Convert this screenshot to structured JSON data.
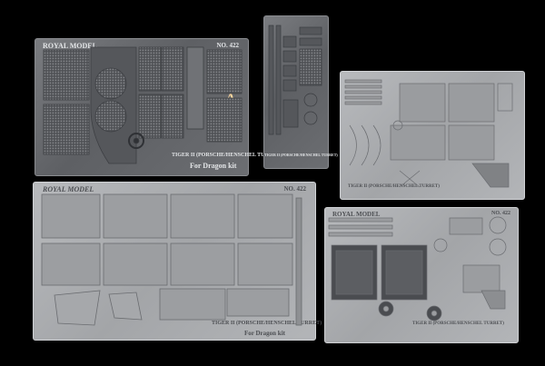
{
  "photo": {
    "background_color": "#000000",
    "fret_colors": {
      "dark": "#6a6c70",
      "light": "#aeb0b3"
    }
  },
  "fret_a": {
    "brand": "ROYAL MODEL",
    "code": "NO. 422",
    "letter": "A",
    "title": "TIGER II (PORSCHE/HENSCHEL TURRET)",
    "subtitle": "For Dragon kit"
  },
  "fret_c": {
    "title": "TIGER II (PORSCHE/HENSCHEL TURRET)"
  },
  "fret_b": {
    "brand": "ROYAL MODEL",
    "code": "NO. 422",
    "title": "TIGER II (PORSCHE/HENSCHEL TURRET)",
    "subtitle": "For Dragon kit"
  },
  "fret_d": {
    "brand": "ROYAL MODEL",
    "code": "NO. 422",
    "title": "TIGER II (PORSCHE/HENSCHEL TURRET)"
  }
}
